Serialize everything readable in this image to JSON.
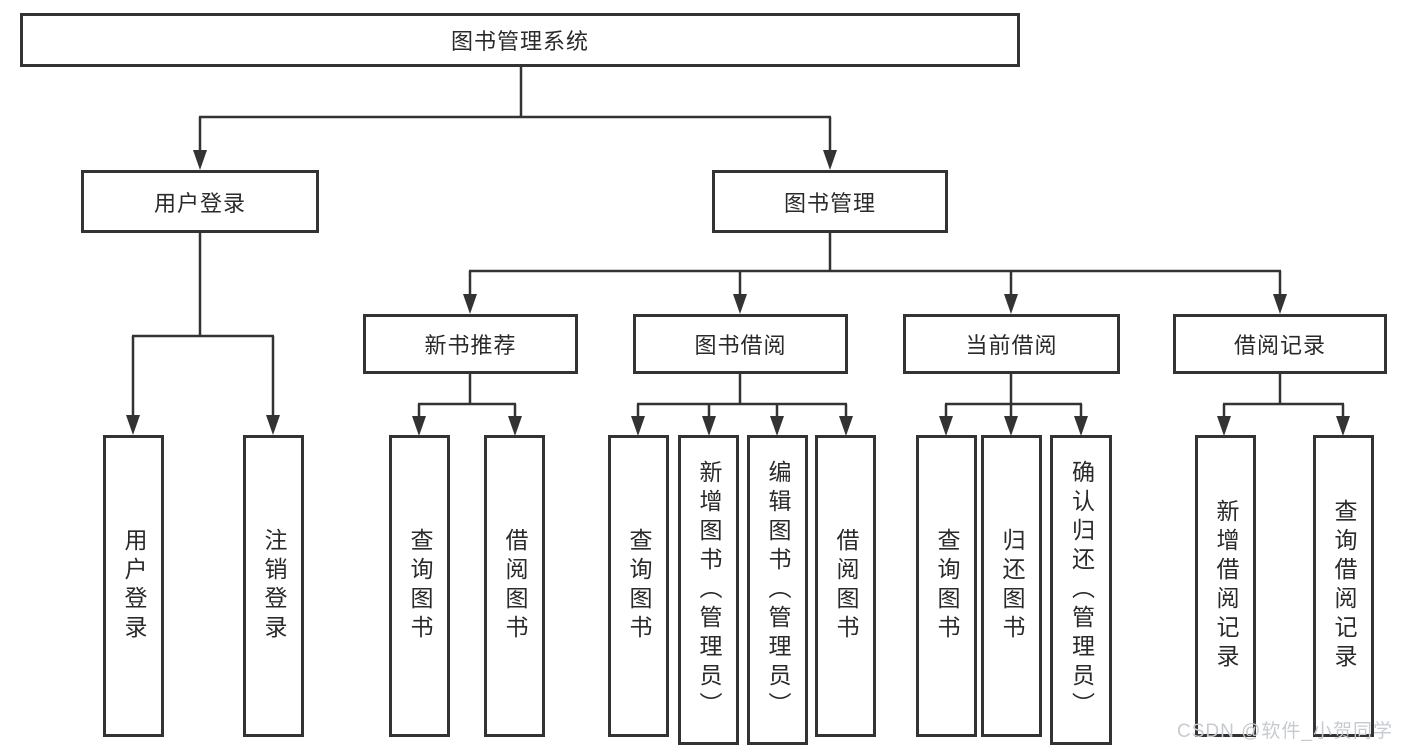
{
  "tree": {
    "root": "图书管理系统",
    "branches": [
      {
        "label": "用户登录",
        "children": [
          "用户登录",
          "注销登录"
        ]
      },
      {
        "label": "图书管理",
        "groups": [
          {
            "label": "新书推荐",
            "children": [
              "查询图书",
              "借阅图书"
            ]
          },
          {
            "label": "图书借阅",
            "children": [
              "查询图书",
              "新增图书（管理员）",
              "编辑图书（管理员）",
              "借阅图书"
            ]
          },
          {
            "label": "当前借阅",
            "children": [
              "查询图书",
              "归还图书",
              "确认归还（管理员）"
            ]
          },
          {
            "label": "借阅记录",
            "children": [
              "新增借阅记录",
              "查询借阅记录"
            ]
          }
        ]
      }
    ]
  },
  "watermark": "CSDN @软件_小贺同学",
  "colors": {
    "line": "#333333",
    "box_border": "#333333",
    "text": "#2a2a2a",
    "watermark": "#c7cbd1",
    "background": "#ffffff"
  }
}
